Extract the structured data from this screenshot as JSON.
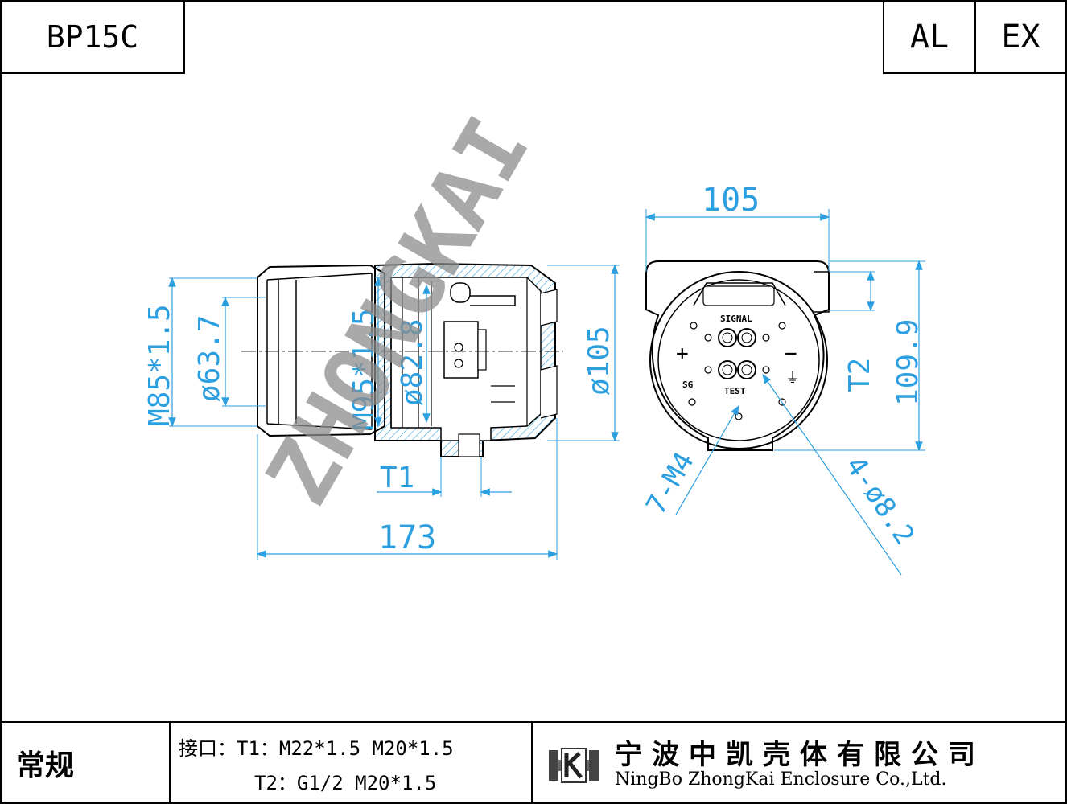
{
  "header": {
    "model": "BP15C",
    "material_code": "AL",
    "type_code": "EX"
  },
  "footer": {
    "category": "常规",
    "ports_line1": "接口：T1：M22*1.5 M20*1.5",
    "ports_line2": "T2：G1/2 M20*1.5",
    "company_cn": "宁波中凯壳体有限公司",
    "company_en": "NingBo ZhongKai Enclosure Co.,Ltd."
  },
  "watermark": "ZHONGKAI",
  "side_view": {
    "dim_thread_left": "M85*1.5",
    "dim_bore": "ø63.7",
    "dim_thread_right": "M95*1.5",
    "dim_inner": "ø82.8",
    "dim_outer": "ø105",
    "dim_port": "T1",
    "dim_length": "173"
  },
  "front_view": {
    "dim_width": "105",
    "dim_height": "109.9",
    "dim_port": "T2",
    "dim_screws": "7-M4",
    "dim_holes": "4-ø8.2",
    "label_signal": "SIGNAL",
    "label_test": "TEST",
    "label_sg": "SG",
    "label_plus": "+",
    "label_minus": "−",
    "label_ground": "⏚"
  },
  "colors": {
    "dimension": "#2b9fe0",
    "hatch": "#2b9fe0",
    "outline": "#000000",
    "watermark": "#9a9a9a"
  }
}
